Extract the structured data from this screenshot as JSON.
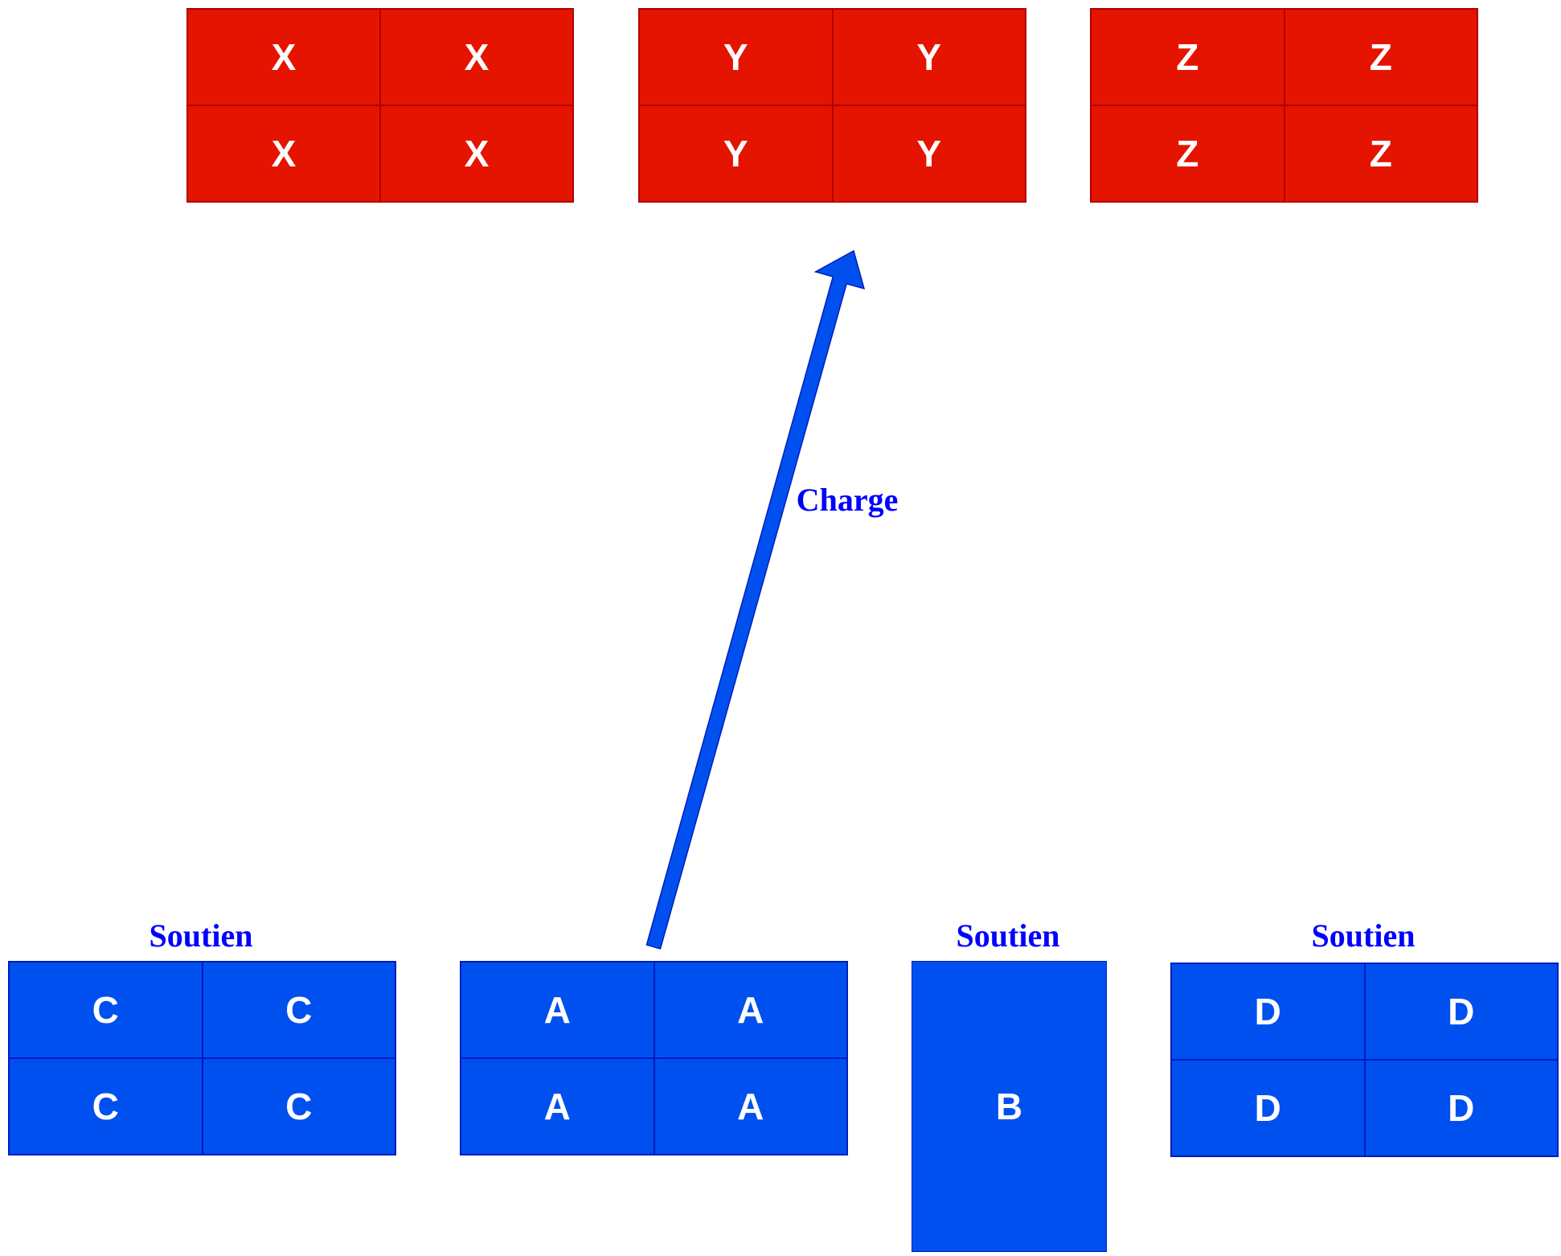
{
  "top_blocks": [
    {
      "cells": [
        "X",
        "X",
        "X",
        "X"
      ]
    },
    {
      "cells": [
        "Y",
        "Y",
        "Y",
        "Y"
      ]
    },
    {
      "cells": [
        "Z",
        "Z",
        "Z",
        "Z"
      ]
    }
  ],
  "bottom_blocks": [
    {
      "label": "Soutien",
      "cells": [
        "C",
        "C",
        "C",
        "C"
      ]
    },
    {
      "label": "",
      "cells": [
        "A",
        "A",
        "A",
        "A"
      ]
    },
    {
      "label": "Soutien",
      "cells": [
        "B"
      ]
    },
    {
      "label": "Soutien",
      "cells": [
        "D",
        "D",
        "D",
        "D"
      ]
    }
  ],
  "arrow": {
    "label": "Charge"
  },
  "colors": {
    "top_fill": "#e51400",
    "top_stroke": "#b20000",
    "bottom_fill": "#0050ef",
    "bottom_stroke": "#001dbc",
    "label_text": "#0000ff",
    "cell_text": "#ffffff"
  }
}
